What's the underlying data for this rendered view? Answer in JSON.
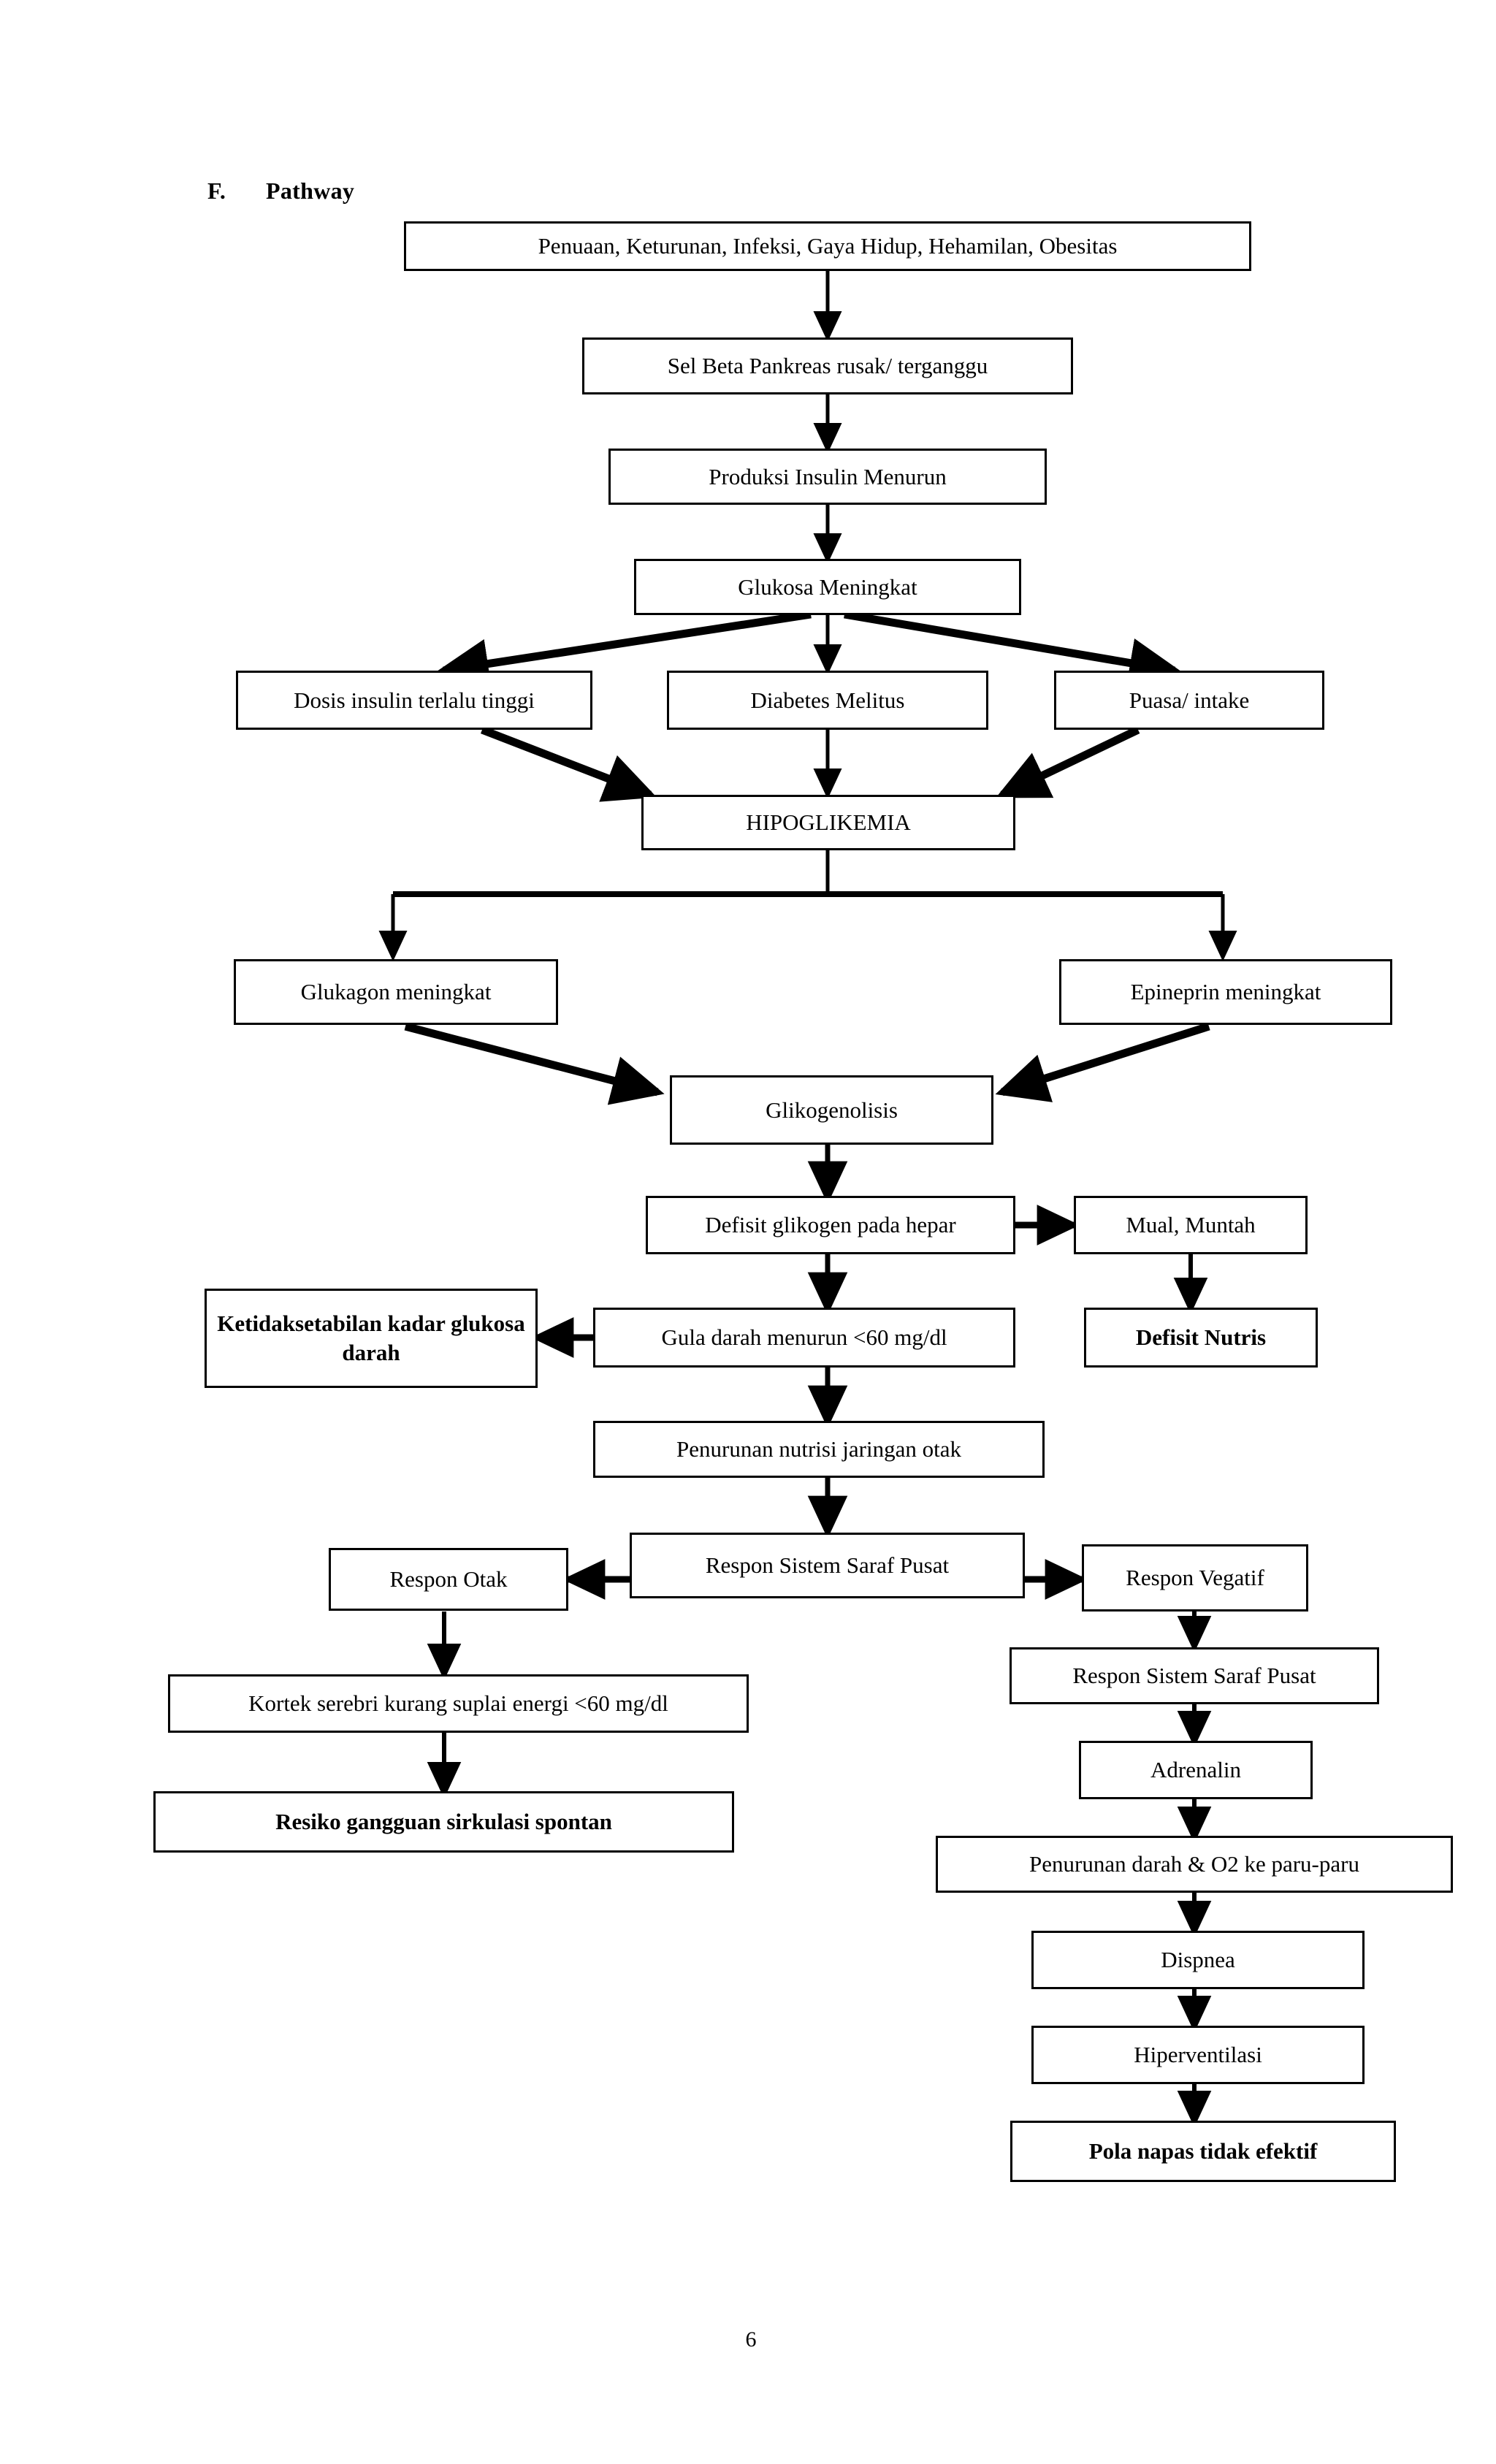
{
  "document": {
    "section_letter": "F.",
    "section_title": "Pathway",
    "page_number": "6"
  },
  "chart_data": {
    "type": "diagram",
    "title": "Pathway",
    "nodes": [
      {
        "id": "penyebab",
        "label": "Penuaan, Keturunan, Infeksi, Gaya Hidup, Hehamilan, Obesitas",
        "bold": false
      },
      {
        "id": "selbeta",
        "label": "Sel Beta Pankreas rusak/ terganggu",
        "bold": false
      },
      {
        "id": "produksi",
        "label": "Produksi Insulin Menurun",
        "bold": false
      },
      {
        "id": "glukosa",
        "label": "Glukosa Meningkat",
        "bold": false
      },
      {
        "id": "dosis",
        "label": "Dosis insulin terlalu tinggi",
        "bold": false
      },
      {
        "id": "diabetes",
        "label": "Diabetes Melitus",
        "bold": false
      },
      {
        "id": "puasa",
        "label": "Puasa/ intake",
        "bold": false
      },
      {
        "id": "hipoglikemia",
        "label": "HIPOGLIKEMIA",
        "bold": false
      },
      {
        "id": "glukagon",
        "label": "Glukagon meningkat",
        "bold": false
      },
      {
        "id": "epineprin",
        "label": "Epineprin meningkat",
        "bold": false
      },
      {
        "id": "glikogenolisis",
        "label": "Glikogenolisis",
        "bold": false
      },
      {
        "id": "defisitglik",
        "label": "Defisit glikogen pada hepar",
        "bold": false
      },
      {
        "id": "mual",
        "label": "Mual, Muntah",
        "bold": false
      },
      {
        "id": "ketidak",
        "label": "Ketidaksetabilan kadar glukosa darah",
        "bold": true
      },
      {
        "id": "guladarah",
        "label": "Gula darah menurun <60 mg/dl",
        "bold": false
      },
      {
        "id": "defisitnutris",
        "label": "Defisit Nutris",
        "bold": true
      },
      {
        "id": "penurunannutrisi",
        "label": "Penurunan nutrisi jaringan otak",
        "bold": false
      },
      {
        "id": "responotak",
        "label": "Respon Otak",
        "bold": false
      },
      {
        "id": "sspcenter",
        "label": "Respon Sistem Saraf Pusat",
        "bold": false
      },
      {
        "id": "vegatif",
        "label": "Respon Vegatif",
        "bold": false
      },
      {
        "id": "kortek",
        "label": "Kortek serebri kurang suplai energi <60 mg/dl",
        "bold": false
      },
      {
        "id": "sspright",
        "label": "Respon Sistem Saraf Pusat",
        "bold": false
      },
      {
        "id": "resiko",
        "label": "Resiko gangguan sirkulasi spontan",
        "bold": true
      },
      {
        "id": "adrenalin",
        "label": "Adrenalin",
        "bold": false
      },
      {
        "id": "penurunandarah",
        "label": "Penurunan darah & O2 ke paru-paru",
        "bold": false
      },
      {
        "id": "dispnea",
        "label": "Dispnea",
        "bold": false
      },
      {
        "id": "hiperventilasi",
        "label": "Hiperventilasi",
        "bold": false
      },
      {
        "id": "polanapas",
        "label": "Pola napas tidak efektif",
        "bold": true
      }
    ],
    "edges": [
      {
        "from": "penyebab",
        "to": "selbeta"
      },
      {
        "from": "selbeta",
        "to": "produksi"
      },
      {
        "from": "produksi",
        "to": "glukosa"
      },
      {
        "from": "glukosa",
        "to": "dosis"
      },
      {
        "from": "glukosa",
        "to": "diabetes"
      },
      {
        "from": "glukosa",
        "to": "puasa"
      },
      {
        "from": "dosis",
        "to": "hipoglikemia"
      },
      {
        "from": "diabetes",
        "to": "hipoglikemia"
      },
      {
        "from": "puasa",
        "to": "hipoglikemia"
      },
      {
        "from": "hipoglikemia",
        "to": "glukagon"
      },
      {
        "from": "hipoglikemia",
        "to": "epineprin"
      },
      {
        "from": "glukagon",
        "to": "glikogenolisis"
      },
      {
        "from": "epineprin",
        "to": "glikogenolisis"
      },
      {
        "from": "glikogenolisis",
        "to": "defisitglik"
      },
      {
        "from": "defisitglik",
        "to": "mual"
      },
      {
        "from": "defisitglik",
        "to": "guladarah"
      },
      {
        "from": "mual",
        "to": "defisitnutris"
      },
      {
        "from": "guladarah",
        "to": "ketidak"
      },
      {
        "from": "guladarah",
        "to": "penurunannutrisi"
      },
      {
        "from": "penurunannutrisi",
        "to": "sspcenter"
      },
      {
        "from": "sspcenter",
        "to": "responotak"
      },
      {
        "from": "sspcenter",
        "to": "vegatif"
      },
      {
        "from": "responotak",
        "to": "kortek"
      },
      {
        "from": "kortek",
        "to": "resiko"
      },
      {
        "from": "vegatif",
        "to": "sspright"
      },
      {
        "from": "sspright",
        "to": "adrenalin"
      },
      {
        "from": "adrenalin",
        "to": "penurunandarah"
      },
      {
        "from": "penurunandarah",
        "to": "dispnea"
      },
      {
        "from": "dispnea",
        "to": "hiperventilasi"
      },
      {
        "from": "hiperventilasi",
        "to": "polanapas"
      }
    ],
    "colors": {
      "stroke": "#000000",
      "fill": "#ffffff"
    }
  }
}
